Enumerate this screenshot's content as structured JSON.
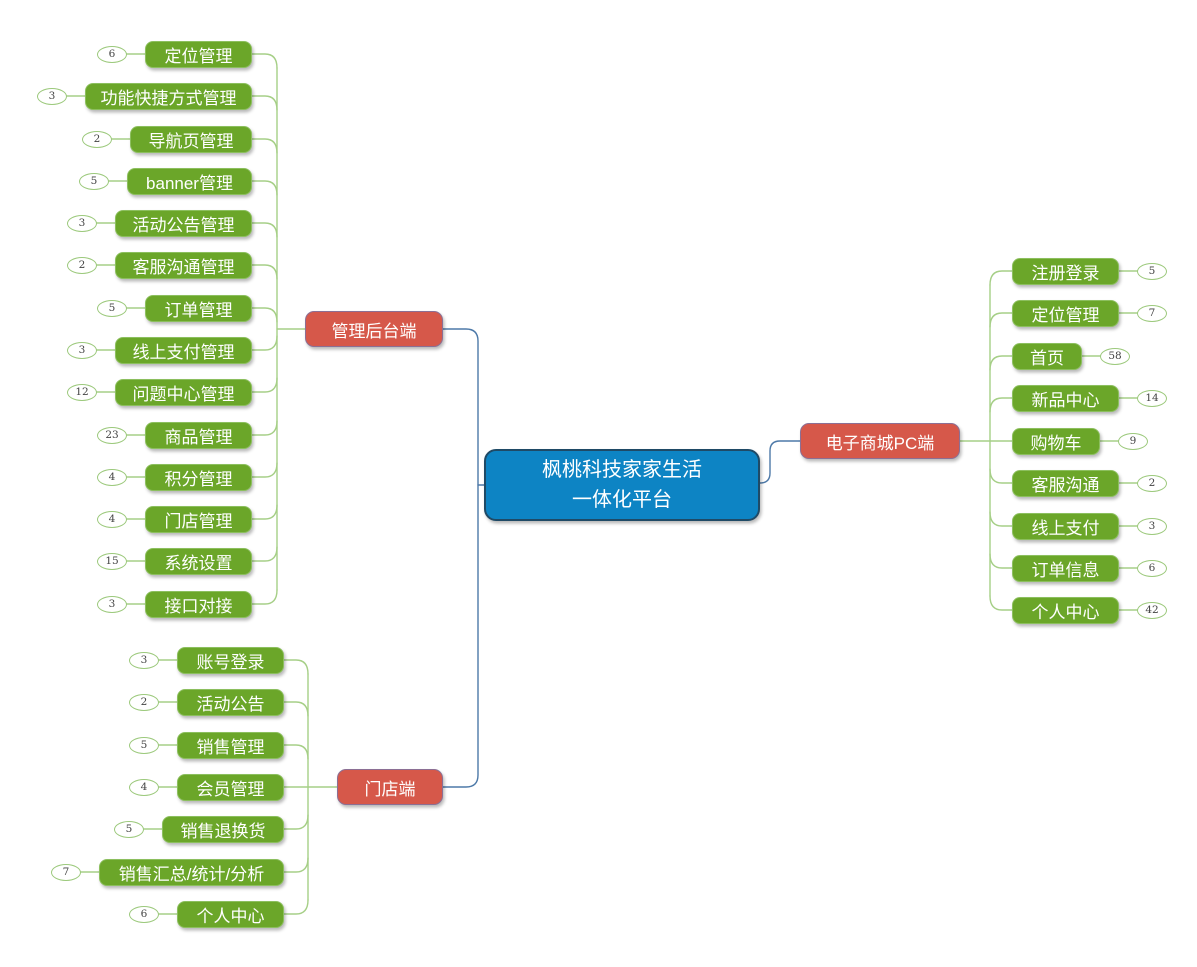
{
  "root": {
    "title": "枫桃科技家家生活\n一体化平台"
  },
  "colors": {
    "root_fill": "#0d84c4",
    "root_border": "#1f4a66",
    "branch_fill": "#d6584a",
    "branch_border": "#8c6f94",
    "leaf_fill": "#6ba629",
    "leaf_border": "#8cbf5e",
    "link_blue": "#4d79a8",
    "link_green": "#a6cf87",
    "badge_border": "#9cc97c",
    "badge_text": "#444444",
    "node_text": "#ffffff"
  },
  "branches": [
    {
      "label": "管理后台端",
      "leaves": [
        {
          "label": "定位管理",
          "count": "6"
        },
        {
          "label": "功能快捷方式管理",
          "count": "3"
        },
        {
          "label": "导航页管理",
          "count": "2"
        },
        {
          "label": "banner管理",
          "count": "5"
        },
        {
          "label": "活动公告管理",
          "count": "3"
        },
        {
          "label": "客服沟通管理",
          "count": "2"
        },
        {
          "label": "订单管理",
          "count": "5"
        },
        {
          "label": "线上支付管理",
          "count": "3"
        },
        {
          "label": "问题中心管理",
          "count": "12"
        },
        {
          "label": "商品管理",
          "count": "23"
        },
        {
          "label": "积分管理",
          "count": "4"
        },
        {
          "label": "门店管理",
          "count": "4"
        },
        {
          "label": "系统设置",
          "count": "15"
        },
        {
          "label": "接口对接",
          "count": "3"
        }
      ]
    },
    {
      "label": "门店端",
      "leaves": [
        {
          "label": "账号登录",
          "count": "3"
        },
        {
          "label": "活动公告",
          "count": "2"
        },
        {
          "label": "销售管理",
          "count": "5"
        },
        {
          "label": "会员管理",
          "count": "4"
        },
        {
          "label": "销售退换货",
          "count": "5"
        },
        {
          "label": "销售汇总/统计/分析",
          "count": "7"
        },
        {
          "label": "个人中心",
          "count": "6"
        }
      ]
    },
    {
      "label": "电子商城PC端",
      "leaves": [
        {
          "label": "注册登录",
          "count": "5"
        },
        {
          "label": "定位管理",
          "count": "7"
        },
        {
          "label": "首页",
          "count": "58"
        },
        {
          "label": "新品中心",
          "count": "14"
        },
        {
          "label": "购物车",
          "count": "9"
        },
        {
          "label": "客服沟通",
          "count": "2"
        },
        {
          "label": "线上支付",
          "count": "3"
        },
        {
          "label": "订单信息",
          "count": "6"
        },
        {
          "label": "个人中心",
          "count": "42"
        }
      ]
    }
  ]
}
